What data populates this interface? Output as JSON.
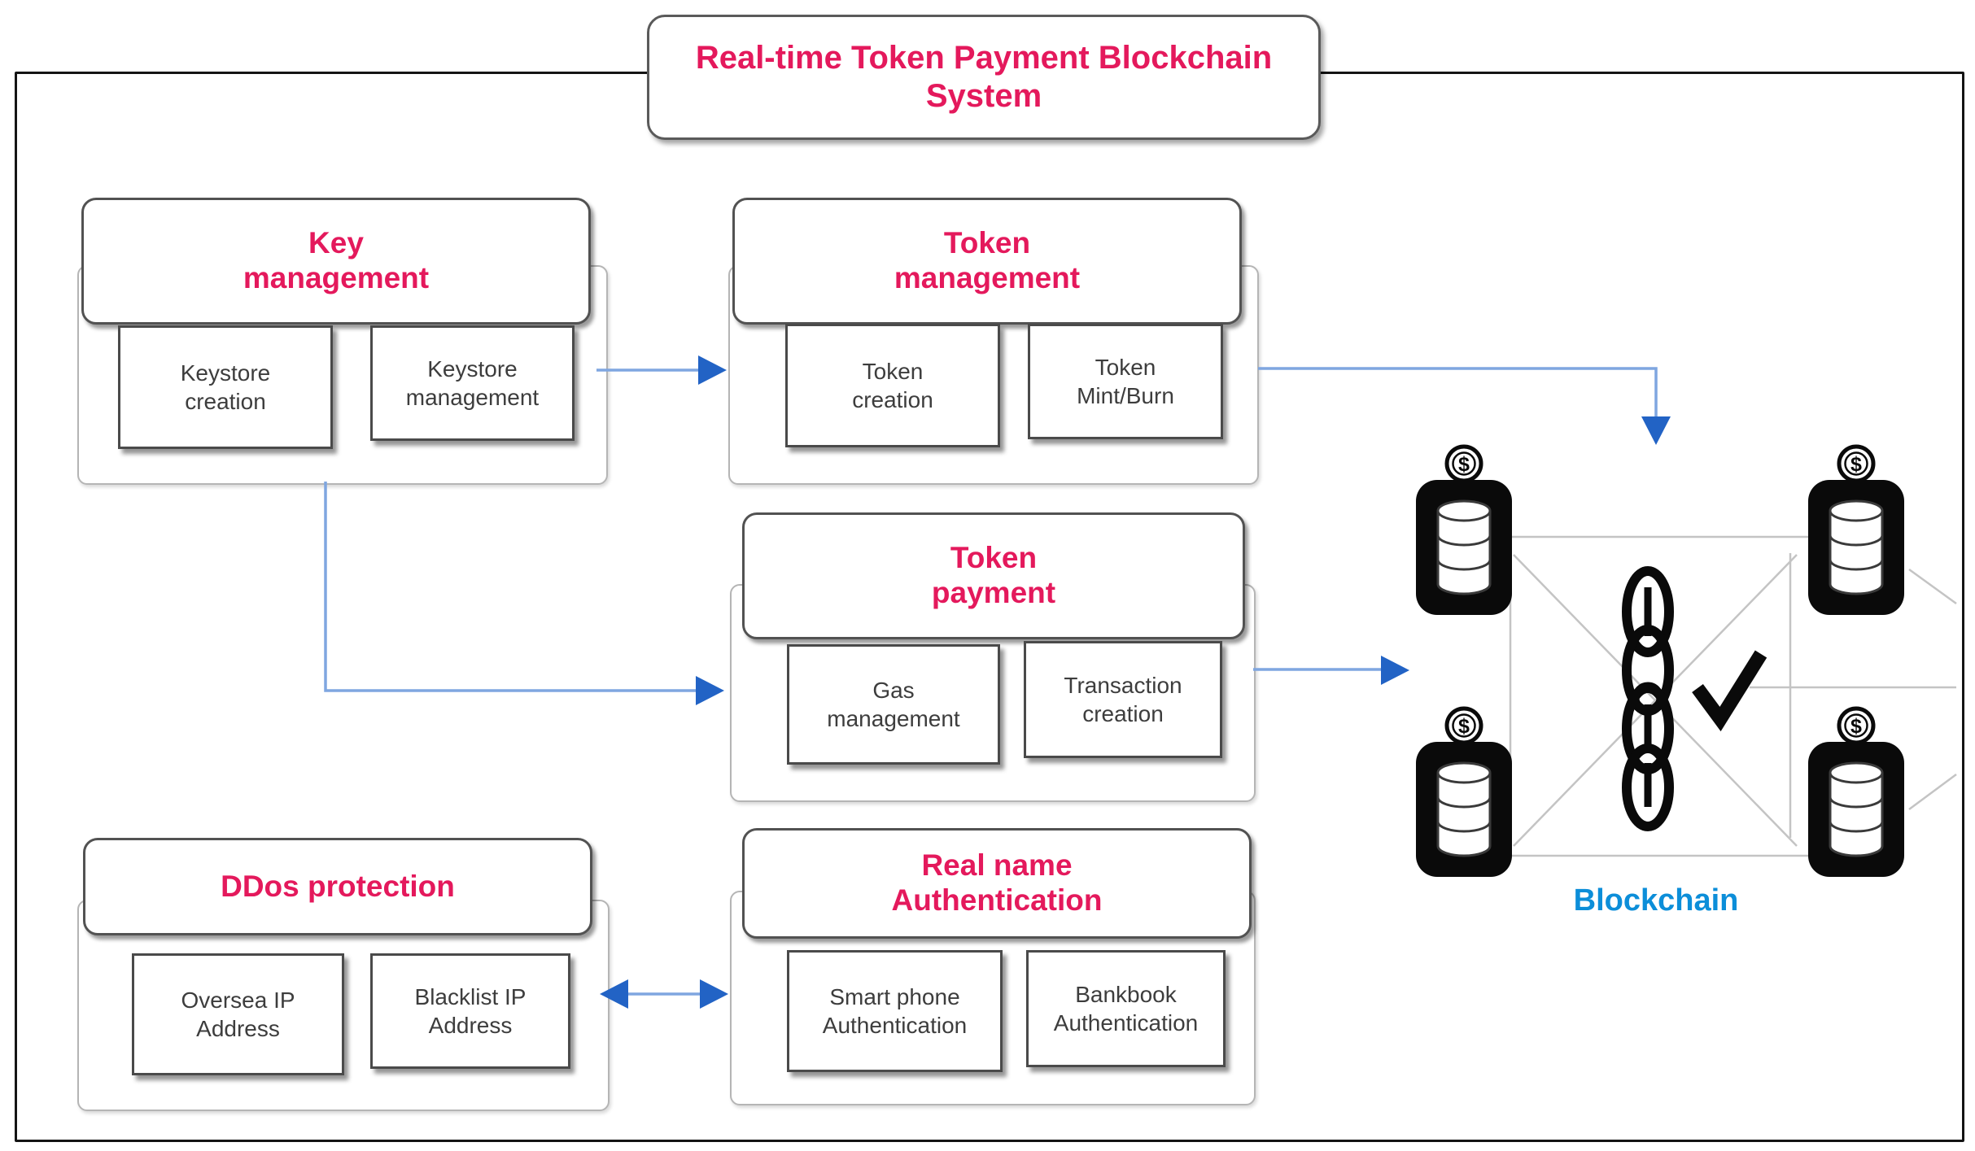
{
  "diagram_title": {
    "lines": [
      "Real-time Token Payment Blockchain",
      "System"
    ]
  },
  "modules": [
    {
      "name": "Key management",
      "header_lines": [
        "Key",
        "management"
      ],
      "items": [
        {
          "lines": [
            "Keystore",
            "creation"
          ]
        },
        {
          "lines": [
            "Keystore",
            "management"
          ]
        }
      ]
    },
    {
      "name": "Token management",
      "header_lines": [
        "Token",
        "management"
      ],
      "items": [
        {
          "lines": [
            "Token",
            "creation"
          ]
        },
        {
          "lines": [
            "Token",
            "Mint/Burn"
          ]
        }
      ]
    },
    {
      "name": "Token payment",
      "header_lines": [
        "Token",
        "payment"
      ],
      "items": [
        {
          "lines": [
            "Gas",
            "management"
          ]
        },
        {
          "lines": [
            "Transaction",
            "creation"
          ]
        }
      ]
    },
    {
      "name": "DDos protection",
      "header_lines": [
        "DDos protection"
      ],
      "items": [
        {
          "lines": [
            "Oversea IP",
            "Address"
          ]
        },
        {
          "lines": [
            "Blacklist IP",
            "Address"
          ]
        }
      ]
    },
    {
      "name": "Real name Authentication",
      "header_lines": [
        "Real name",
        "Authentication"
      ],
      "items": [
        {
          "lines": [
            "Smart phone",
            "Authentication"
          ]
        },
        {
          "lines": [
            "Bankbook",
            "Authentication"
          ]
        }
      ]
    }
  ],
  "connectors": [
    {
      "from": "Key management",
      "to": "Token management",
      "type": "arrow-right"
    },
    {
      "from": "Key management",
      "to": "Token payment",
      "type": "elbow-arrow"
    },
    {
      "from": "Token management",
      "to": "Blockchain",
      "type": "elbow-arrow-down"
    },
    {
      "from": "Token payment",
      "to": "Blockchain",
      "type": "arrow-right"
    },
    {
      "from": "DDos protection",
      "to": "Real name Authentication",
      "type": "double-arrow"
    }
  ],
  "blockchain": {
    "label": "Blockchain",
    "node_count": 4,
    "coin_symbol": "$",
    "icons": [
      "database-icon",
      "dollar-coin-icon",
      "chain-icon",
      "checkmark-icon"
    ]
  },
  "colors": {
    "accent_pink": "#e4195c",
    "arrow_line_blue": "#7fa6e0",
    "arrow_head_blue": "#2263c5",
    "blockchain_label_blue": "#0c8ed9",
    "network_line_gray": "#c4c4c4",
    "frame_black": "#141414"
  }
}
